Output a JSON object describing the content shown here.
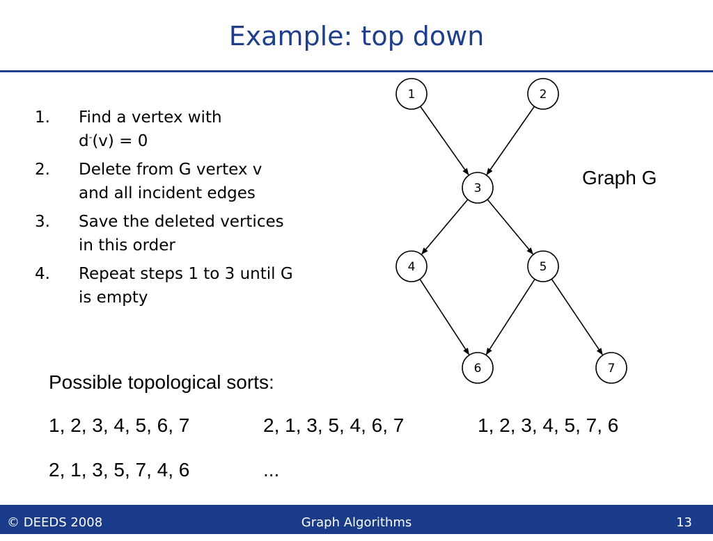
{
  "slide": {
    "title": "Example: top down",
    "steps": [
      {
        "number": "1.",
        "line1": "Find a vertex with",
        "line2_prefix": "d",
        "line2_sup": "-",
        "line2_suffix": "(v) = 0"
      },
      {
        "number": "2.",
        "line1": "Delete from G vertex v",
        "line2": "and all incident edges"
      },
      {
        "number": "3.",
        "line1": "Save the deleted vertices",
        "line2": "in this order"
      },
      {
        "number": "4.",
        "line1": "Repeat steps 1 to 3 until G",
        "line2": "is empty"
      }
    ],
    "graph_label": "Graph G",
    "graph": {
      "nodes": [
        "1",
        "2",
        "3",
        "4",
        "5",
        "6",
        "7"
      ],
      "edges": [
        [
          "1",
          "3"
        ],
        [
          "2",
          "3"
        ],
        [
          "3",
          "4"
        ],
        [
          "3",
          "5"
        ],
        [
          "4",
          "6"
        ],
        [
          "5",
          "6"
        ],
        [
          "5",
          "7"
        ]
      ]
    },
    "sorts": {
      "heading": "Possible topological sorts:",
      "rows": [
        [
          "1, 2, 3, 4, 5, 6, 7",
          "2, 1, 3, 5, 4, 6, 7",
          "1, 2, 3, 4, 5, 7, 6"
        ],
        [
          "2, 1, 3, 5, 7, 4, 6",
          "..."
        ]
      ]
    }
  },
  "footer": {
    "left": "© DEEDS 2008",
    "center": "Graph Algorithms",
    "right": "13"
  },
  "colors": {
    "accent": "#1f3f8c",
    "footer_bg": "#1a3b8a"
  }
}
